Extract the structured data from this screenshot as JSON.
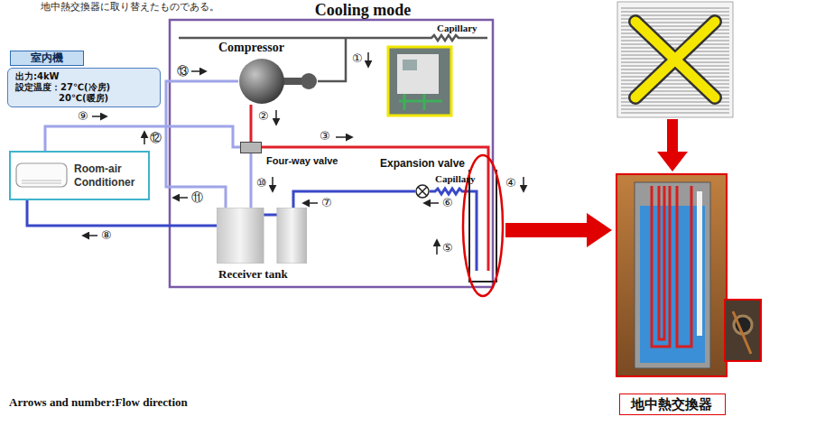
{
  "diagram": {
    "title": "Cooling mode",
    "nodes": [
      {
        "text": [
          "室内機",
          "出力:4kW",
          "設定温度：27℃(冷房)",
          "20℃(暖房)"
        ]
      },
      {
        "text": [
          "Compressor"
        ]
      },
      {
        "text": [
          "Four-way valve"
        ]
      },
      {
        "text": [
          "Room-air Conditioner"
        ]
      },
      {
        "text": [
          "Expansion valve"
        ]
      },
      {
        "text": [
          "Receiver tank"
        ]
      },
      {
        "text": [
          "地中熱交換器"
        ]
      }
    ],
    "edges": [
      {
        "from": 1,
        "to": 2,
        "arrow": "none",
        "label": "②"
      },
      {
        "from": 3,
        "to": 2,
        "arrow": "none",
        "label": "⑨"
      },
      {
        "from": 2,
        "to": 5,
        "arrow": "none",
        "label": "⑩"
      },
      {
        "from": 5,
        "to": 3,
        "arrow": "none",
        "label": "⑧"
      },
      {
        "from": 4,
        "to": 5,
        "arrow": "none",
        "label": "⑦"
      },
      {
        "from": 5,
        "to": 1,
        "arrow": "none",
        "label": "⑪"
      }
    ],
    "labels": [
      "地中熱交換器に取り替えたものである。",
      "Capillary",
      "①",
      "⑬",
      "⑫",
      "③",
      "④",
      "Capillary",
      "⑤",
      "⑥",
      "Arrows and number:Flow direction"
    ]
  }
}
